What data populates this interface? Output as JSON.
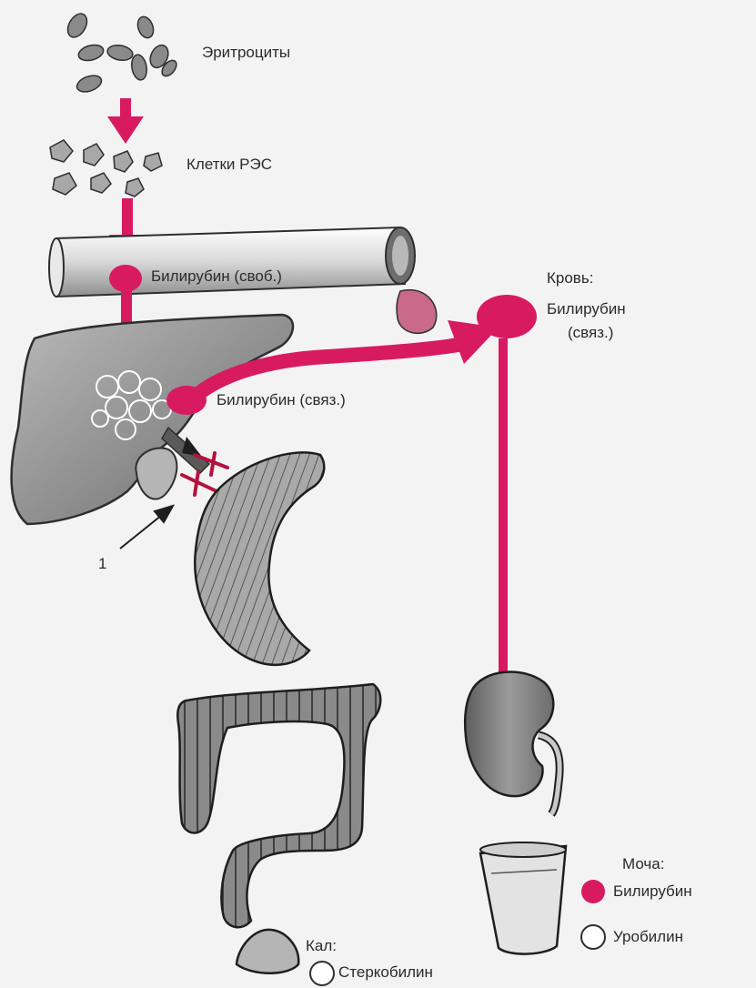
{
  "labels": {
    "erythrocytes": "Эритроциты",
    "res_cells": "Клетки РЭС",
    "bilirubin_free": "Билирубин (своб.)",
    "blood_title": "Кровь:",
    "blood_bilirubin": "Билирубин",
    "blood_bound": "(связ.)",
    "bilirubin_bound": "Билирубин (связ.)",
    "marker_1": "1",
    "urine_title": "Моча:",
    "urine_bilirubin": "Билирубин",
    "urine_urobilin": "Уробилин",
    "feces_title": "Кал:",
    "feces_stercobilin": "Стеркобилин"
  },
  "colors": {
    "accent": "#d81b60",
    "accent_light": "#c96a8a",
    "organ_dark": "#6e6e6e",
    "organ_light": "#c9c9c9",
    "ink": "#2b2b2b",
    "background": "#f4f3f3"
  },
  "legend": {
    "filled_marker": "pink-filled-circle",
    "empty_marker": "empty-circle"
  }
}
